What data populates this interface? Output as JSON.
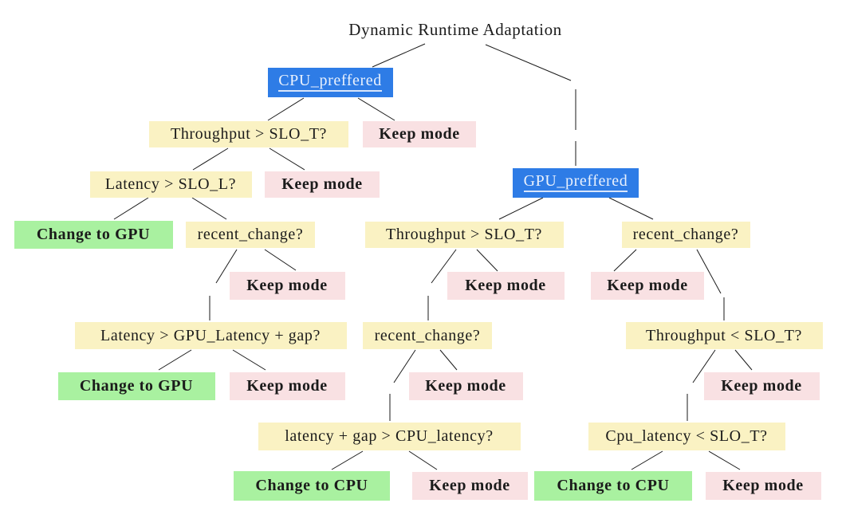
{
  "diagram": {
    "title": "Dynamic Runtime Adaptation",
    "colors": {
      "question_bg": "#faf2c3",
      "keep_bg": "#f9e1e3",
      "change_bg": "#a9f1a0",
      "mode_bg": "#2e7ce6",
      "mode_text": "#e9f1fd",
      "mode_underline": "#d9e6fb",
      "edge": "#1a1a1a",
      "text": "#1b1b1b",
      "background": "#ffffff"
    },
    "nodes": [
      {
        "id": "title",
        "label": "Dynamic Runtime Adaptation",
        "kind": "title"
      },
      {
        "id": "cpu_pref",
        "label": "CPU_preffered",
        "kind": "mode"
      },
      {
        "id": "tp1",
        "label": "Throughput > SLO_T?",
        "kind": "question"
      },
      {
        "id": "keep1",
        "label": "Keep mode",
        "kind": "keep"
      },
      {
        "id": "lat1",
        "label": "Latency > SLO_L?",
        "kind": "question"
      },
      {
        "id": "keep2",
        "label": "Keep mode",
        "kind": "keep"
      },
      {
        "id": "c2gpu1",
        "label": "Change to GPU",
        "kind": "change"
      },
      {
        "id": "rc1",
        "label": "recent_change?",
        "kind": "question"
      },
      {
        "id": "gpu_pref",
        "label": "GPU_preffered",
        "kind": "mode"
      },
      {
        "id": "tp2",
        "label": "Throughput > SLO_T?",
        "kind": "question"
      },
      {
        "id": "rc2",
        "label": "recent_change?",
        "kind": "question"
      },
      {
        "id": "keep3",
        "label": "Keep mode",
        "kind": "keep"
      },
      {
        "id": "keep4",
        "label": "Keep mode",
        "kind": "keep"
      },
      {
        "id": "keep5",
        "label": "Keep mode",
        "kind": "keep"
      },
      {
        "id": "lat2",
        "label": "Latency > GPU_Latency + gap?",
        "kind": "question"
      },
      {
        "id": "rc3",
        "label": "recent_change?",
        "kind": "question"
      },
      {
        "id": "tp3",
        "label": "Throughput < SLO_T?",
        "kind": "question"
      },
      {
        "id": "c2gpu2",
        "label": "Change to GPU",
        "kind": "change"
      },
      {
        "id": "keep6",
        "label": "Keep mode",
        "kind": "keep"
      },
      {
        "id": "keep7",
        "label": "Keep mode",
        "kind": "keep"
      },
      {
        "id": "keep8",
        "label": "Keep mode",
        "kind": "keep"
      },
      {
        "id": "latgap",
        "label": "latency + gap > CPU_latency?",
        "kind": "question"
      },
      {
        "id": "cpulat",
        "label": "Cpu_latency < SLO_T?",
        "kind": "question"
      },
      {
        "id": "c2cpu1",
        "label": "Change to CPU",
        "kind": "change"
      },
      {
        "id": "keep9",
        "label": "Keep mode",
        "kind": "keep"
      },
      {
        "id": "c2cpu2",
        "label": "Change to CPU",
        "kind": "change"
      },
      {
        "id": "keep10",
        "label": "Keep mode",
        "kind": "keep"
      }
    ],
    "edges": [
      {
        "from": "title",
        "to": "cpu_pref"
      },
      {
        "from": "title",
        "to": "gpu_pref"
      },
      {
        "from": "cpu_pref",
        "to": "tp1"
      },
      {
        "from": "cpu_pref",
        "to": "keep1"
      },
      {
        "from": "tp1",
        "to": "lat1"
      },
      {
        "from": "tp1",
        "to": "keep2"
      },
      {
        "from": "lat1",
        "to": "c2gpu1"
      },
      {
        "from": "lat1",
        "to": "rc1"
      },
      {
        "from": "rc1",
        "to": "lat2"
      },
      {
        "from": "rc1",
        "to": "keep3"
      },
      {
        "from": "lat2",
        "to": "c2gpu2"
      },
      {
        "from": "lat2",
        "to": "keep6"
      },
      {
        "from": "gpu_pref",
        "to": "tp2"
      },
      {
        "from": "gpu_pref",
        "to": "rc2"
      },
      {
        "from": "tp2",
        "to": "rc3"
      },
      {
        "from": "tp2",
        "to": "keep4"
      },
      {
        "from": "rc2",
        "to": "keep5"
      },
      {
        "from": "rc2",
        "to": "tp3"
      },
      {
        "from": "rc3",
        "to": "latgap"
      },
      {
        "from": "rc3",
        "to": "keep7"
      },
      {
        "from": "tp3",
        "to": "cpulat"
      },
      {
        "from": "tp3",
        "to": "keep8"
      },
      {
        "from": "latgap",
        "to": "c2cpu1"
      },
      {
        "from": "latgap",
        "to": "keep9"
      },
      {
        "from": "cpulat",
        "to": "c2cpu2"
      },
      {
        "from": "cpulat",
        "to": "keep10"
      }
    ]
  }
}
